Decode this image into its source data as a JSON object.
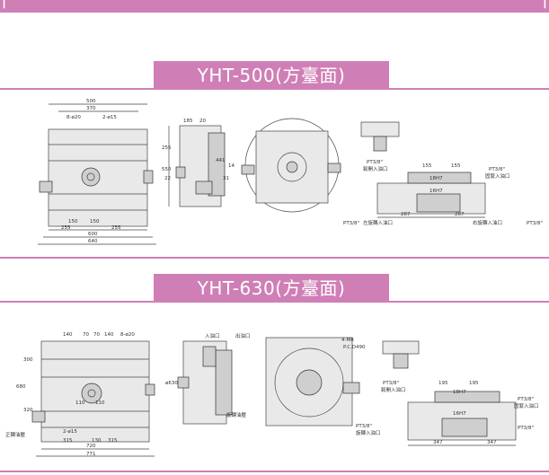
{
  "header": {
    "left_glyph": "|",
    "right_glyph": "|"
  },
  "sections": [
    {
      "title": "YHT-500(方臺面)",
      "dims_top": {
        "d500": "500",
        "d370": "370",
        "holes": "8-ø20",
        "bolt": "2-ø15",
        "d600": "600",
        "d640": "640",
        "d255a": "255",
        "d255b": "255",
        "d150a": "150",
        "d150b": "150"
      },
      "dims_side": {
        "d255": "255",
        "d550": "550",
        "d441": "441",
        "d22": "22",
        "d31": "31",
        "d14": "14",
        "d185": "185",
        "d20": "20"
      },
      "notes": {
        "pt1": "PT3/8\"",
        "pt2": "PT3/8\"",
        "pt3": "PT3/8\"",
        "pt4": "PT3/8\"",
        "n_jia": "鬆開入油口",
        "n_gu": "固緊入油口",
        "n_left": "左旋轉入油口",
        "n_right": "右旋轉入油口",
        "d155a": "155",
        "d155b": "155",
        "d287a": "287",
        "d287b": "287",
        "d18": "18H7",
        "d16": "16H7"
      }
    },
    {
      "title": "YHT-630(方臺面)",
      "dims_top": {
        "d140a": "140",
        "d70a": "70",
        "d70b": "70",
        "d140b": "140",
        "holes": "8-ø20",
        "bolt": "2-ø15",
        "d315a": "315",
        "d130": "130",
        "d315b": "315",
        "d720": "720",
        "d771": "771",
        "d300a": "300",
        "d680": "680",
        "d320": "320",
        "d110a": "110",
        "d110b": "110",
        "rot": "正轉油壓"
      },
      "dims_side": {
        "d630": "ø630",
        "in": "入油口",
        "out": "出油口",
        "rot": "旋轉油壓"
      },
      "dims_face": {
        "holes": "4-M8",
        "pcd": "P.C.D490"
      },
      "notes": {
        "pt1": "PT3/8\"",
        "pt2": "PT3/8\"",
        "pt3": "PT3/8\"",
        "pt4": "PT3/8\"",
        "n_jia": "鬆開入油口",
        "n_gu": "固緊入油口",
        "n_rot": "旋轉入油口",
        "d195a": "195",
        "d195b": "195",
        "d347a": "347",
        "d347b": "347",
        "d18": "18H7",
        "d16": "16H7"
      }
    }
  ]
}
